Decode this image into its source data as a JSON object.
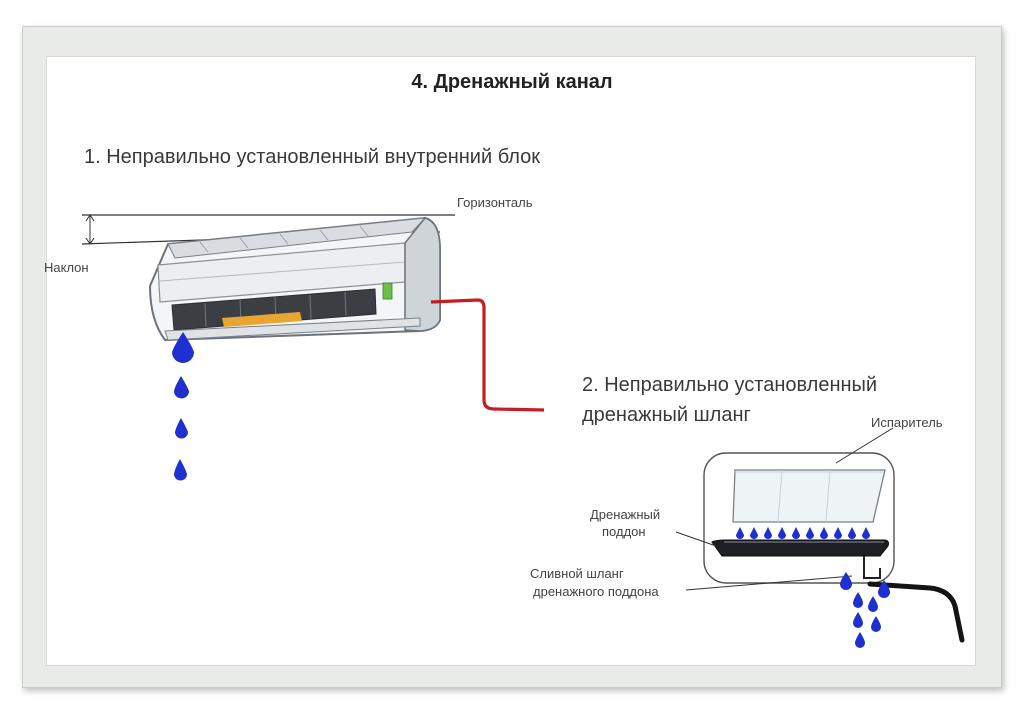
{
  "title": "4. Дренажный канал",
  "section1": {
    "heading": "1. Неправильно установленный внутренний блок",
    "horizontal_label": "Горизонталь",
    "tilt_label": "Наклон"
  },
  "section2": {
    "heading_line1": "2. Неправильно установленный",
    "heading_line2": "дренажный шланг",
    "evaporator_label": "Испаритель",
    "pan_label_line1": "Дренажный",
    "pan_label_line2": "поддон",
    "hose_label_line1": "Сливной шланг",
    "hose_label_line2": "дренажного поддона"
  },
  "colors": {
    "water": "#1f2fd0",
    "pipe": "#c41e22",
    "louver": "#e8a531"
  }
}
